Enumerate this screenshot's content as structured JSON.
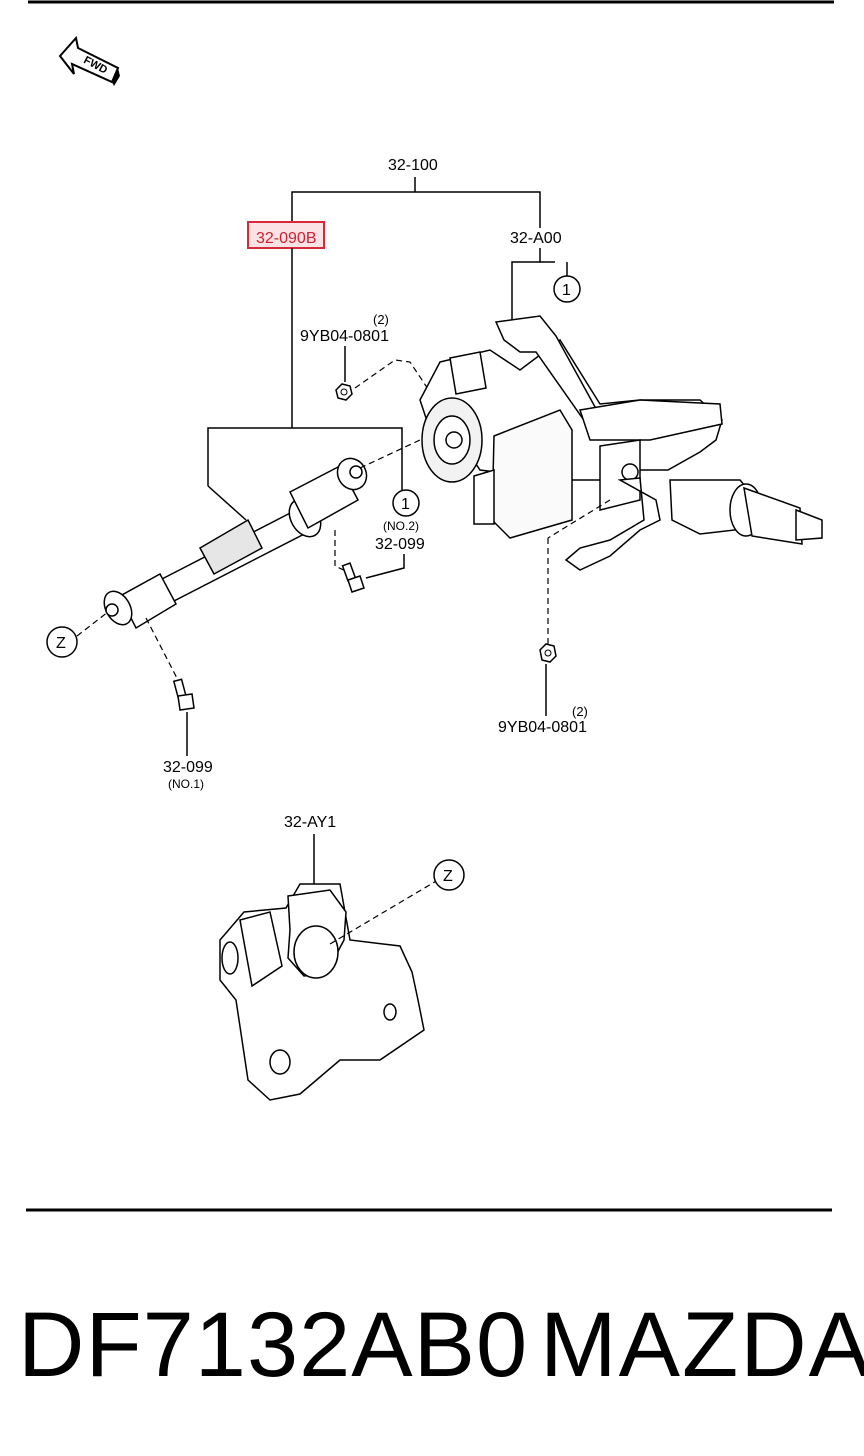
{
  "diagram": {
    "fwd_label": "FWD",
    "labels": {
      "assembly": "32-100",
      "highlight": "32-090B",
      "column": "32-A00",
      "nut_top": "9YB04-0801",
      "nut_top_qty": "(2)",
      "nut_bottom": "9YB04-0801",
      "nut_bottom_qty": "(2)",
      "bolt_no2": "32-099",
      "bolt_no2_note": "(NO.2)",
      "bolt_no1": "32-099",
      "bolt_no1_note": "(NO.1)",
      "cover": "32-AY1"
    },
    "callouts": {
      "one_a": "1",
      "one_b": "1",
      "z_a": "Z",
      "z_b": "Z"
    },
    "highlight_color": "#d42a3a"
  },
  "footer": {
    "part_number": "DF7132AB0",
    "brand": "MAZDA"
  }
}
